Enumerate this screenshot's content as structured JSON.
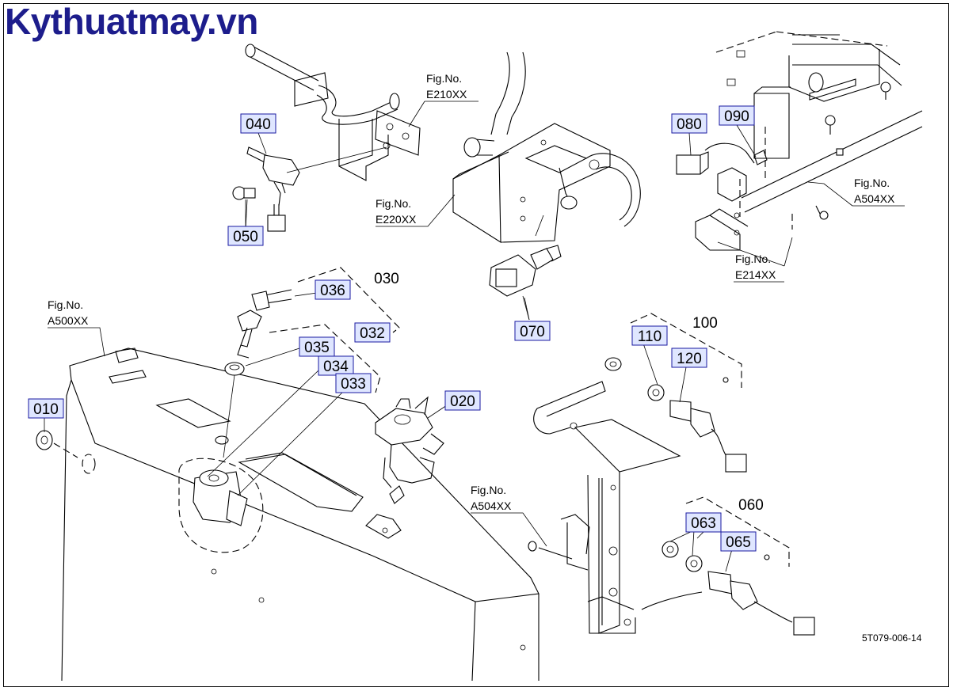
{
  "watermark": "Kythuatmay.vn",
  "drawing_code": "5T079-006-14",
  "part_callouts": [
    {
      "id": "040",
      "label": "040"
    },
    {
      "id": "050",
      "label": "050"
    },
    {
      "id": "080",
      "label": "080"
    },
    {
      "id": "090",
      "label": "090"
    },
    {
      "id": "036",
      "label": "036"
    },
    {
      "id": "035",
      "label": "035"
    },
    {
      "id": "034",
      "label": "034"
    },
    {
      "id": "033",
      "label": "033"
    },
    {
      "id": "032",
      "label": "032"
    },
    {
      "id": "070",
      "label": "070"
    },
    {
      "id": "010",
      "label": "010"
    },
    {
      "id": "020",
      "label": "020"
    },
    {
      "id": "110",
      "label": "110"
    },
    {
      "id": "120",
      "label": "120"
    },
    {
      "id": "063",
      "label": "063"
    },
    {
      "id": "065",
      "label": "065"
    }
  ],
  "group_labels": [
    {
      "id": "030",
      "label": "030"
    },
    {
      "id": "100",
      "label": "100"
    },
    {
      "id": "060",
      "label": "060"
    }
  ],
  "figure_refs": [
    {
      "id": "e210",
      "line1": "Fig.No.",
      "line2": "E210XX"
    },
    {
      "id": "e220",
      "line1": "Fig.No.",
      "line2": "E220XX"
    },
    {
      "id": "a504_top",
      "line1": "Fig.No.",
      "line2": "A504XX"
    },
    {
      "id": "e214",
      "line1": "Fig.No.",
      "line2": "E214XX"
    },
    {
      "id": "a500",
      "line1": "Fig.No.",
      "line2": "A500XX"
    },
    {
      "id": "a504_bottom",
      "line1": "Fig.No.",
      "line2": "A504XX"
    }
  ]
}
